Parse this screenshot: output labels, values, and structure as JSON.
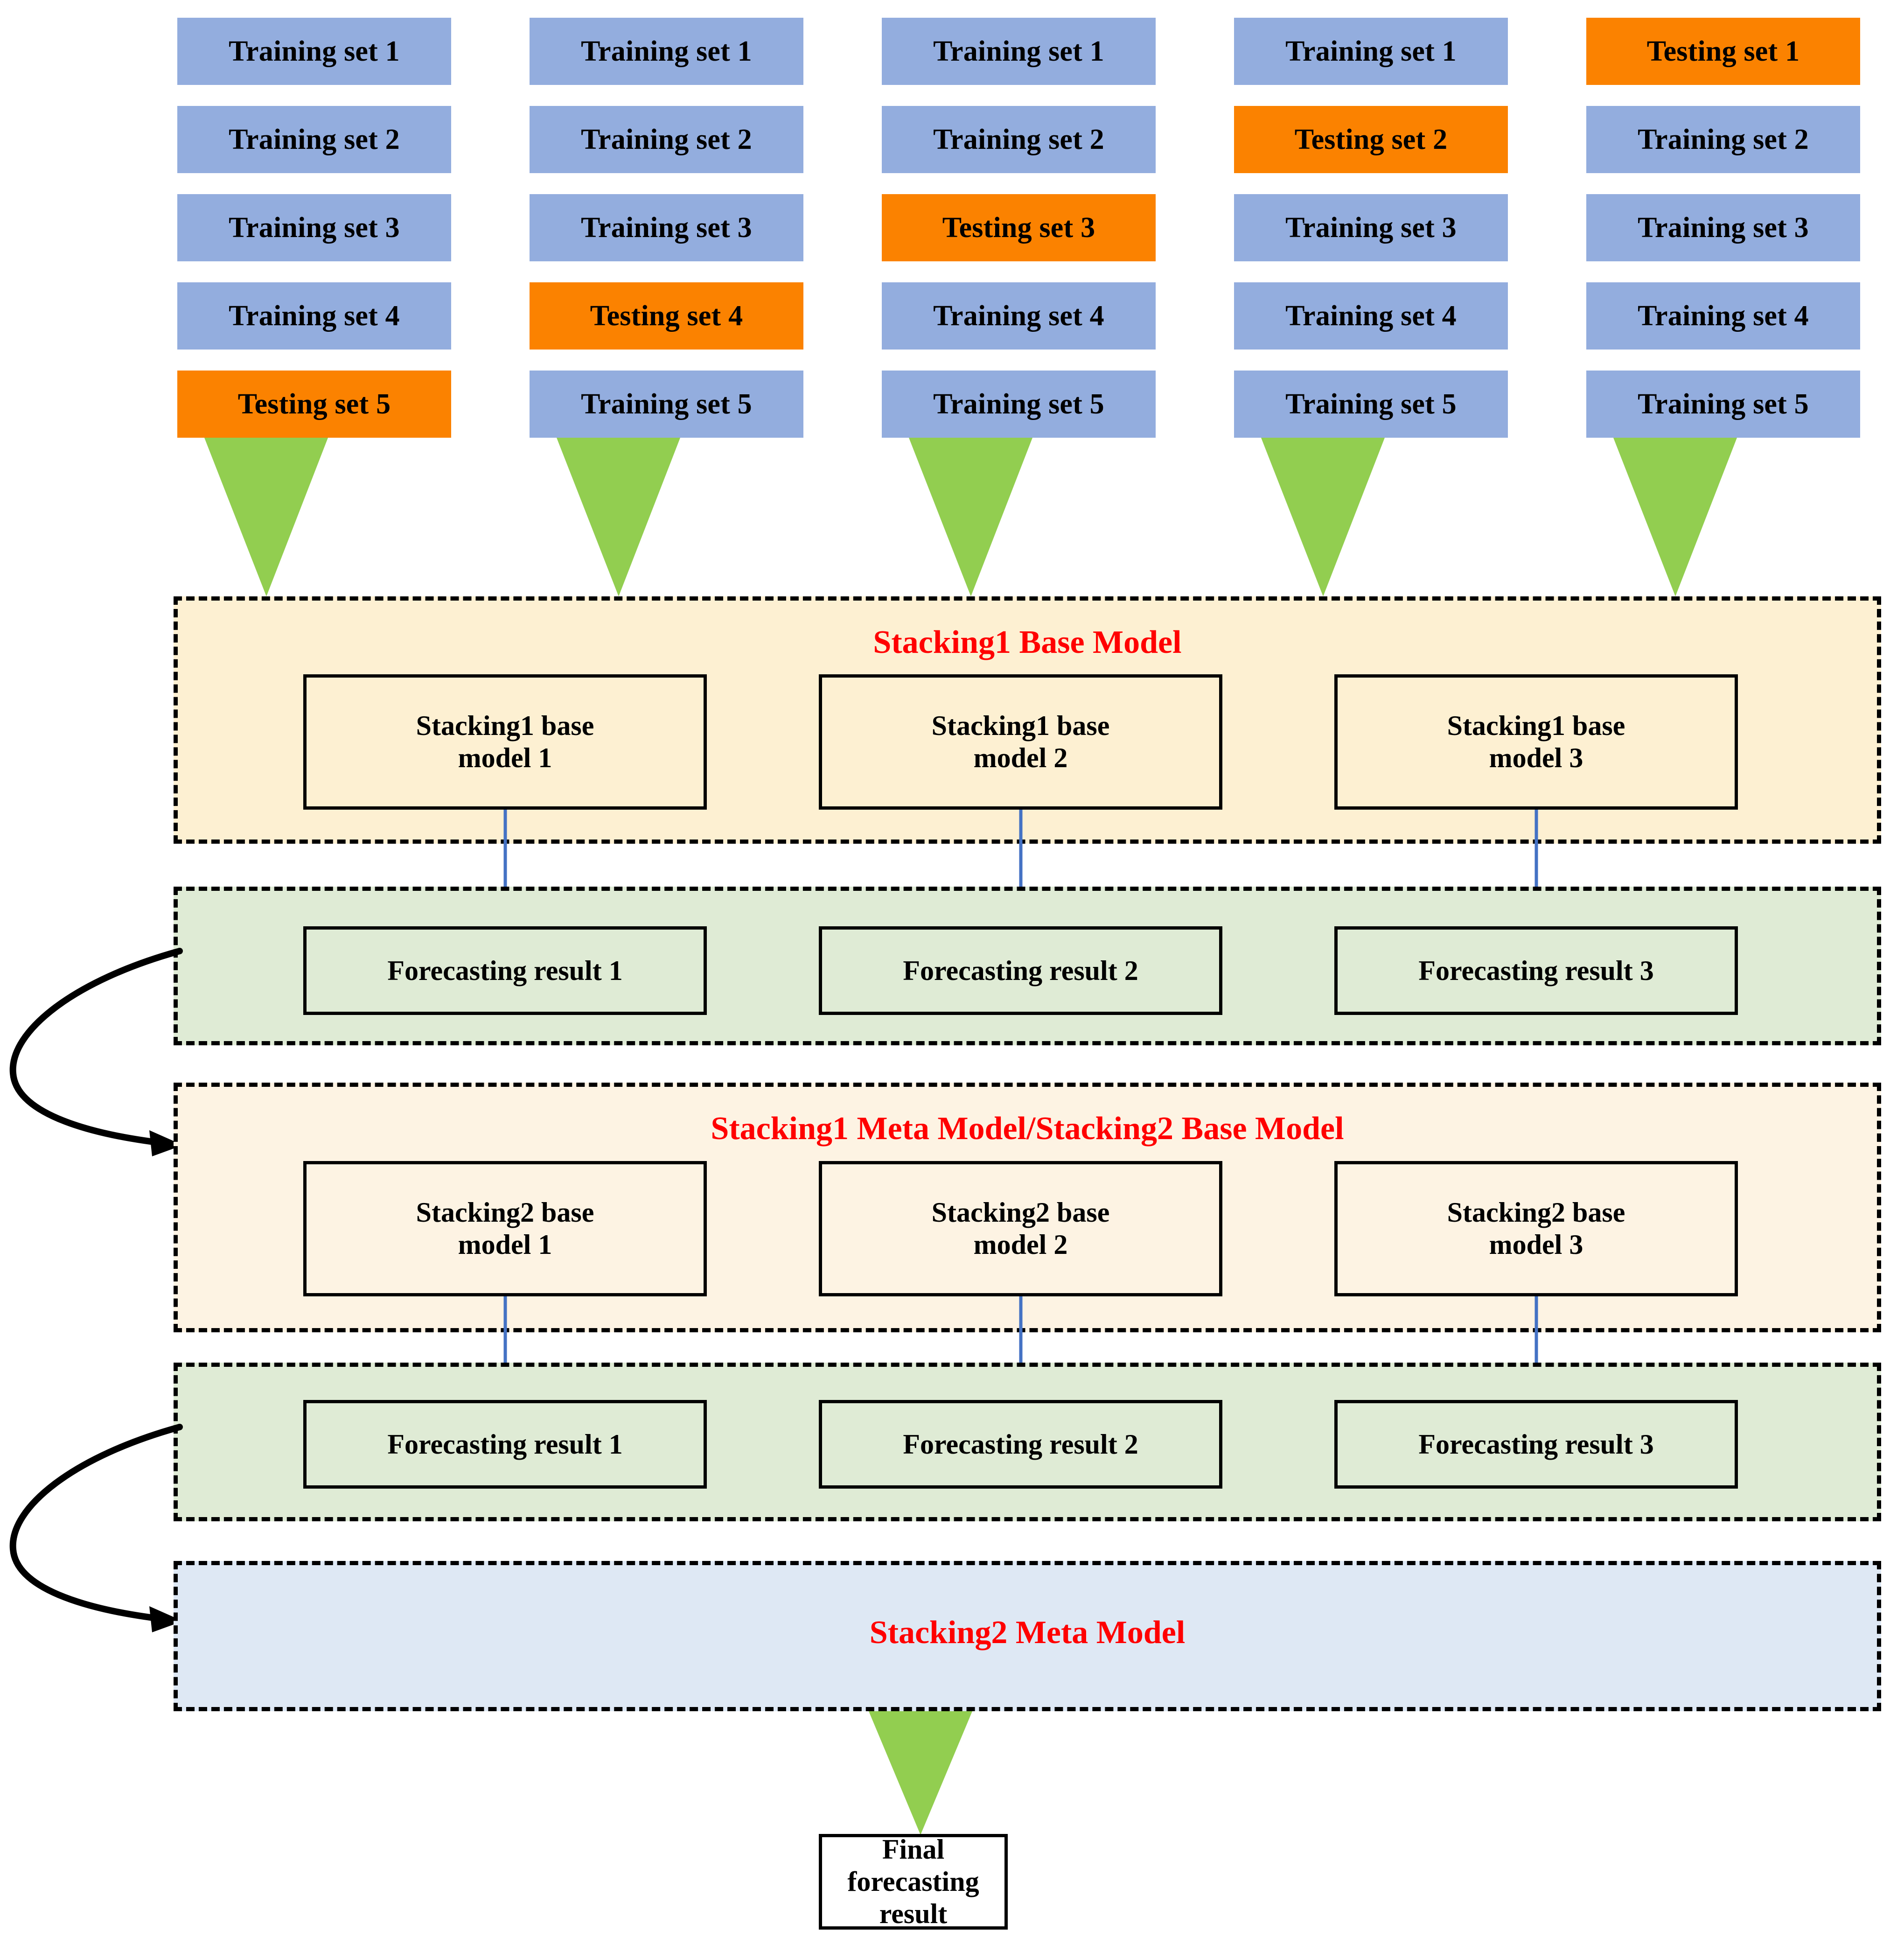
{
  "diagram": {
    "title_text_color": "#FF0000",
    "colors": {
      "training_chip": "#93ADDE",
      "testing_chip": "#FB8200",
      "funnel_green": "#92CE50",
      "panel_cream": "#FDF0D2",
      "panel_cream_light": "#FDF3E3",
      "panel_green": "#DFEBD5",
      "panel_blue": "#DEE8F4",
      "connector_blue": "#4472C4",
      "connector_black": "#000000"
    }
  },
  "folds": [
    {
      "id": "fold-1",
      "rows": [
        {
          "label": "Training set 1",
          "kind": "train"
        },
        {
          "label": "Training set 2",
          "kind": "train"
        },
        {
          "label": "Training set 3",
          "kind": "train"
        },
        {
          "label": "Training set 4",
          "kind": "train"
        },
        {
          "label": "Testing set 5",
          "kind": "test"
        }
      ]
    },
    {
      "id": "fold-2",
      "rows": [
        {
          "label": "Training set 1",
          "kind": "train"
        },
        {
          "label": "Training set 2",
          "kind": "train"
        },
        {
          "label": "Training set 3",
          "kind": "train"
        },
        {
          "label": "Testing set 4",
          "kind": "test"
        },
        {
          "label": "Training set 5",
          "kind": "train"
        }
      ]
    },
    {
      "id": "fold-3",
      "rows": [
        {
          "label": "Training set 1",
          "kind": "train"
        },
        {
          "label": "Training set 2",
          "kind": "train"
        },
        {
          "label": "Testing set 3",
          "kind": "test"
        },
        {
          "label": "Training set 4",
          "kind": "train"
        },
        {
          "label": "Training set 5",
          "kind": "train"
        }
      ]
    },
    {
      "id": "fold-4",
      "rows": [
        {
          "label": "Training set 1",
          "kind": "train"
        },
        {
          "label": "Testing set 2",
          "kind": "test"
        },
        {
          "label": "Training set 3",
          "kind": "train"
        },
        {
          "label": "Training set 4",
          "kind": "train"
        },
        {
          "label": "Training set 5",
          "kind": "train"
        }
      ]
    },
    {
      "id": "fold-5",
      "rows": [
        {
          "label": "Testing set 1",
          "kind": "test"
        },
        {
          "label": "Training set 2",
          "kind": "train"
        },
        {
          "label": "Training set 3",
          "kind": "train"
        },
        {
          "label": "Training set 4",
          "kind": "train"
        },
        {
          "label": "Training set 5",
          "kind": "train"
        }
      ]
    }
  ],
  "sections": {
    "stacking1_base": {
      "title": "Stacking1 Base Model",
      "nodes": [
        {
          "line1": "Stacking1 base",
          "line2": "model 1"
        },
        {
          "line1": "Stacking1 base",
          "line2": "model 2"
        },
        {
          "line1": "Stacking1 base",
          "line2": "model 3"
        }
      ]
    },
    "forecast_1": {
      "title": "",
      "nodes": [
        {
          "label": "Forecasting result 1"
        },
        {
          "label": "Forecasting result 2"
        },
        {
          "label": "Forecasting result 3"
        }
      ]
    },
    "stacking1_meta": {
      "title": "Stacking1 Meta Model/Stacking2 Base Model",
      "nodes": [
        {
          "line1": "Stacking2 base",
          "line2": "model 1"
        },
        {
          "line1": "Stacking2 base",
          "line2": "model 2"
        },
        {
          "line1": "Stacking2 base",
          "line2": "model 3"
        }
      ]
    },
    "forecast_2": {
      "title": "",
      "nodes": [
        {
          "label": "Forecasting result 1"
        },
        {
          "label": "Forecasting result 2"
        },
        {
          "label": "Forecasting result 3"
        }
      ]
    },
    "stacking2_meta": {
      "title": "Stacking2 Meta Model"
    },
    "final": {
      "line1": "Final forecasting",
      "line2": "result"
    }
  }
}
